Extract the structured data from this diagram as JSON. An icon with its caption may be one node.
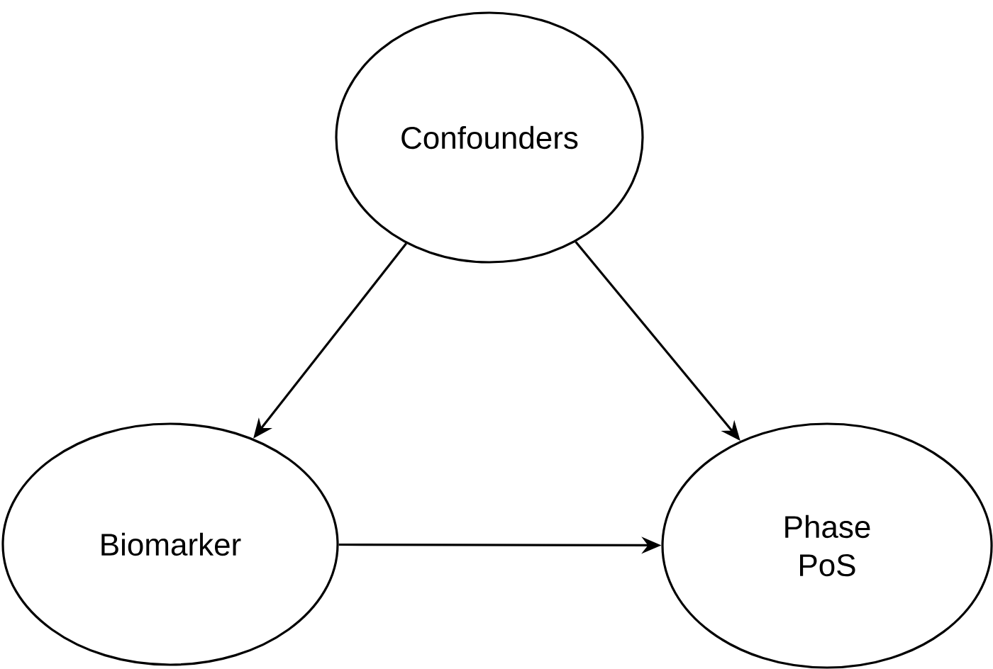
{
  "diagram": {
    "nodes": [
      {
        "text": [
          "Confounders"
        ]
      },
      {
        "text": [
          "Biomarker"
        ]
      },
      {
        "text": [
          "Phase PoS"
        ]
      }
    ],
    "edges": [
      {
        "from": 0,
        "to": 1,
        "arrow": "to"
      },
      {
        "from": 0,
        "to": 2,
        "arrow": "to"
      },
      {
        "from": 1,
        "to": 2,
        "arrow": "to"
      }
    ]
  }
}
